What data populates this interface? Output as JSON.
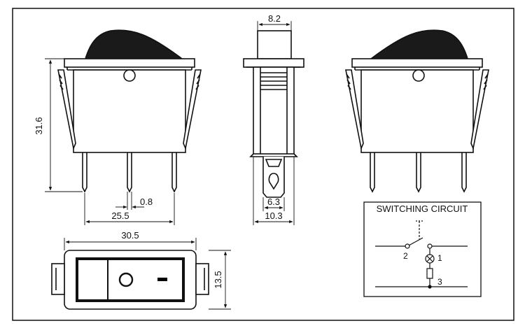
{
  "dimensions": {
    "top_width": "8.2",
    "height": "31.6",
    "pin_width": "0.8",
    "pin_pitch": "25.5",
    "bottom_width": "30.5",
    "side_tab_width": "6.3",
    "side_body_width": "10.3",
    "bottom_height": "13.5"
  },
  "circuit": {
    "title": "SWITCHING CIRCUIT",
    "pin_2": "2",
    "pin_1": "1",
    "pin_3": "3"
  },
  "colors": {
    "line": "#111111",
    "background": "#ffffff",
    "rocker": "#1a1a1a",
    "indicator": "#000000"
  }
}
